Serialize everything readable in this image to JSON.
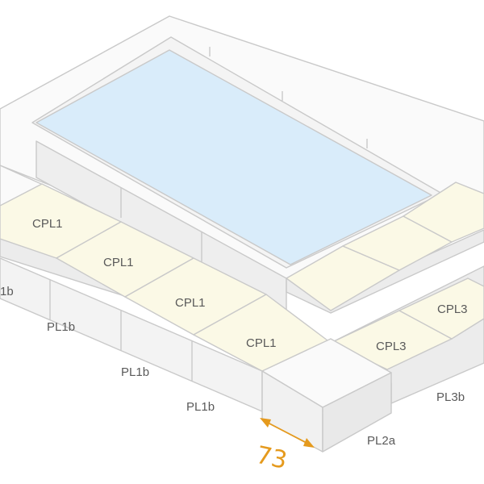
{
  "labels": {
    "cpl1_a": "CPL1",
    "cpl1_b": "CPL1",
    "cpl1_c": "CPL1",
    "cpl1_d": "CPL1",
    "cpl3_a": "CPL3",
    "cpl3_b": "CPL3",
    "pl1b_cut": "1b",
    "pl1b_a": "PL1b",
    "pl1b_b": "PL1b",
    "pl1b_c": "PL1b",
    "pl2a": "PL2a",
    "pl3b": "PL3b"
  },
  "dimension": {
    "value": "73"
  },
  "colors": {
    "water": "#d9ecfa",
    "coping": "#fbf9e6",
    "stone_top": "#fafafa",
    "stone_side": "#ececec",
    "edge": "#c9c9c9",
    "label": "#5a5a5a",
    "accent": "#e59a1d"
  }
}
